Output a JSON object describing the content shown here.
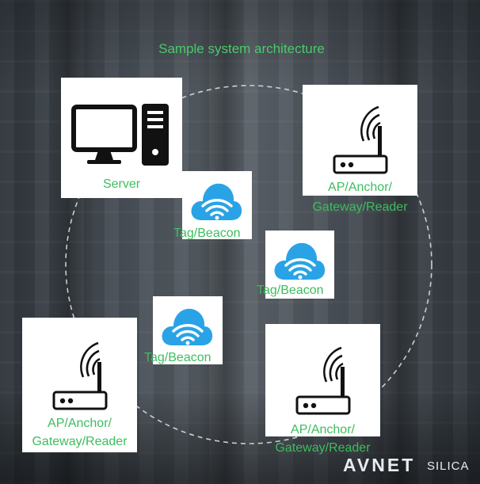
{
  "title": "Sample system architecture",
  "server": {
    "label": "Server",
    "icon": "desktop-computer-icon"
  },
  "readers": [
    {
      "label_line1": "AP/Anchor/",
      "label_line2": "Gateway/Reader",
      "icon": "wireless-router-icon"
    },
    {
      "label_line1": "AP/Anchor/",
      "label_line2": "Gateway/Reader",
      "icon": "wireless-router-icon"
    },
    {
      "label_line1": "AP/Anchor/",
      "label_line2": "Gateway/Reader",
      "icon": "wireless-router-icon"
    }
  ],
  "tags": [
    {
      "label": "Tag/Beacon",
      "icon": "cloud-wifi-icon"
    },
    {
      "label": "Tag/Beacon",
      "icon": "cloud-wifi-icon"
    },
    {
      "label": "Tag/Beacon",
      "icon": "cloud-wifi-icon"
    }
  ],
  "logo": {
    "brand": "AVNET",
    "sub": "SILICA"
  },
  "colors": {
    "label_green": "#3dbd5e",
    "title_green": "#49c96a",
    "cloud_blue": "#2aa3e6",
    "icon_black": "#111111",
    "ring": "#d8dde2"
  }
}
